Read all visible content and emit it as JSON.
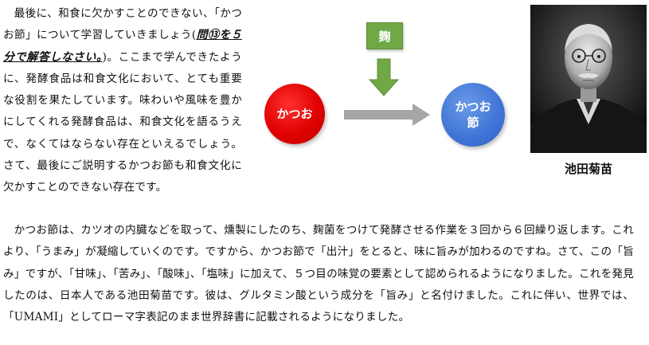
{
  "text": {
    "intro_a": "最後に、和食に欠かすことのできない、「かつお節」について学習していきましょう(",
    "assignment": "問⑬を５分で解答しなさい。",
    "intro_b": ")。ここまで学んできたように、発酵食品は和食文化において、とても重要な役割を果たしています。味わいや風味を豊かにしてくれる発酵食品は、和食文化を語るうえで、なくてはならない存在といえるでしょう。さて、最後にご説明するかつお節も和食文化に欠かすことのできない存在です。",
    "body": "かつお節は、カツオの内臓などを取って、燻製にしたのち、麹菌をつけて発酵させる作業を３回から６回繰り返します。これより、「うまみ」が凝縮していくのです。ですから、かつお節で「出汁」をとると、味に旨みが加わるのですね。さて、この「旨み」ですが、「甘味」、「苦み」、「酸味」、「塩味」に加えて、５つ目の味覚の要素として認められるようになりました。これを発見したのは、日本人である池田菊苗です。彼は、グルタミン酸という成分を「旨み」と名付けました。これに伴い、世界では、「UMAMI」としてローマ字表記のまま世界辞書に記載されるようになりました。"
  },
  "diagram": {
    "koji_label": "麹",
    "source_label": "かつお",
    "result_line1": "かつお",
    "result_line2": "節",
    "colors": {
      "koji": "#6fa845",
      "source": "#e00000",
      "result": "#3f74d6",
      "arrow_right": "#a6a6a6",
      "arrow_down": "#6fa845"
    }
  },
  "portrait": {
    "icon": "portrait-photo",
    "caption": "池田菊苗"
  }
}
